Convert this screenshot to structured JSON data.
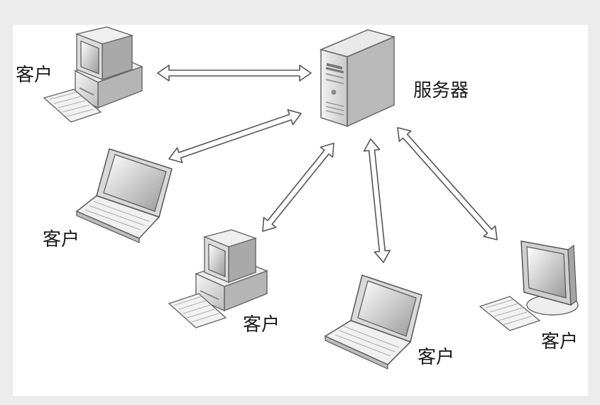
{
  "diagram": {
    "server": {
      "label": "服务器"
    },
    "clients": [
      {
        "id": "client-desktop-topleft",
        "label": "客户",
        "device": "desktop-icon"
      },
      {
        "id": "client-laptop-left",
        "label": "客户",
        "device": "laptop-icon"
      },
      {
        "id": "client-desktop-bottom",
        "label": "客户",
        "device": "desktop-icon"
      },
      {
        "id": "client-laptop-bottom",
        "label": "客户",
        "device": "laptop-icon"
      },
      {
        "id": "client-monitor-right",
        "label": "客户",
        "device": "monitor-icon"
      }
    ],
    "connection_style": "double-headed-arrow",
    "colors": {
      "background_outer": "#ececec",
      "background_inner": "#ffffff",
      "arrow_stroke": "#555555",
      "device_light": "#e6e6e6",
      "device_dark": "#8a8a8a"
    }
  }
}
